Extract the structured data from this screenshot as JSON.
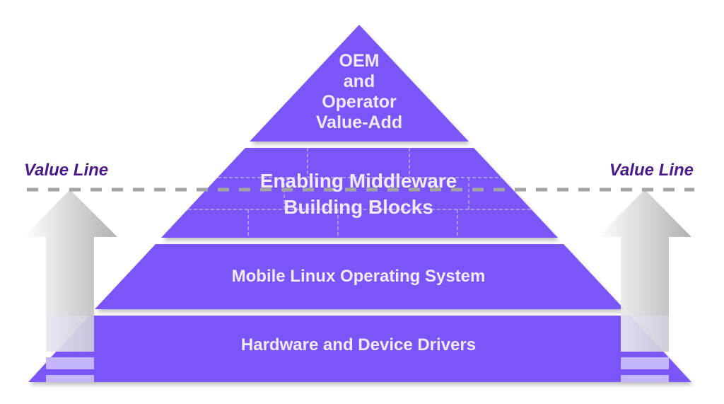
{
  "colors": {
    "tier": "#7a56f8",
    "value_line_text": "#4a1a8c",
    "dash": "#a3a3a3"
  },
  "value_line": {
    "left_label": "Value Line",
    "right_label": "Value Line"
  },
  "tiers": [
    {
      "lines": [
        "OEM",
        "and",
        "Operator",
        "Value-Add"
      ]
    },
    {
      "lines": [
        "Enabling Middleware",
        "Building Blocks"
      ]
    },
    {
      "lines": [
        "Mobile Linux Operating System"
      ]
    },
    {
      "lines": [
        "Hardware and Device Drivers"
      ]
    }
  ]
}
